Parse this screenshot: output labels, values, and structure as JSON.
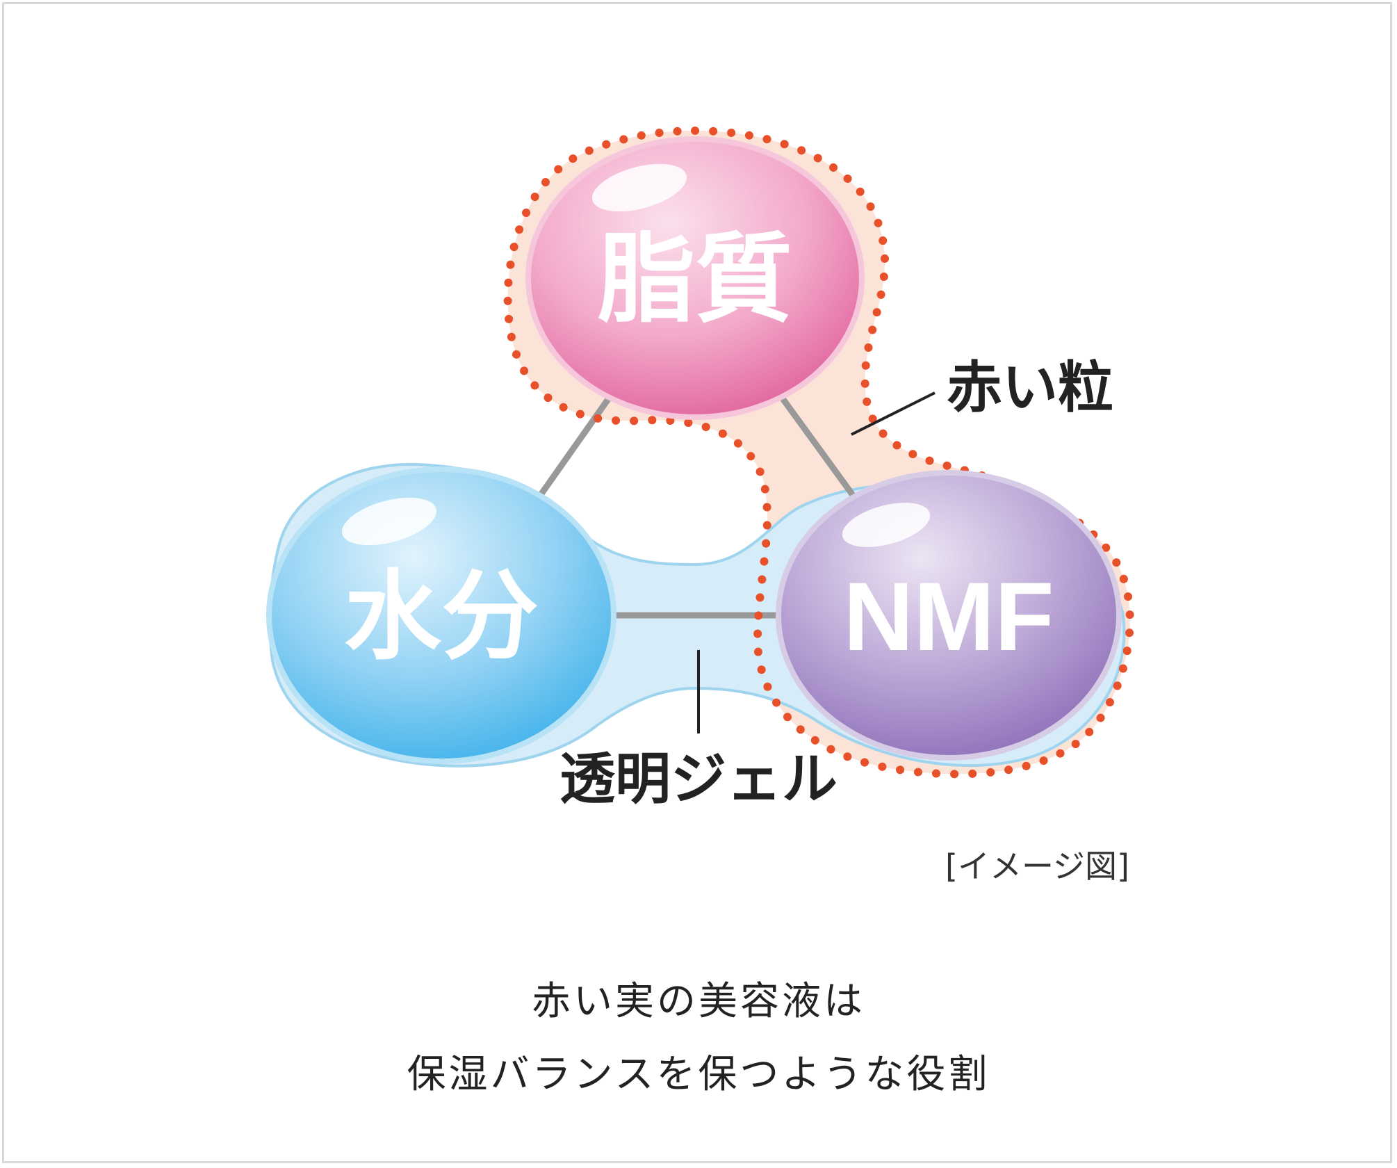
{
  "nodes": {
    "lipid": "脂質",
    "water": "水分",
    "nmf": "NMF"
  },
  "labels": {
    "red_particle": "赤い粒",
    "clear_gel": "透明ジェル",
    "image_note": "[イメージ図]"
  },
  "caption": {
    "line1": "赤い実の美容液は",
    "line2": "保湿バランスを保つような役割"
  },
  "colors": {
    "lipid": "#ef8fbb",
    "water": "#6ec6f0",
    "nmf": "#a58ac8",
    "red_dots": "#e8502a",
    "link": "#999999",
    "gel": "#d6ecf8",
    "aura": "#fbe3d8"
  }
}
